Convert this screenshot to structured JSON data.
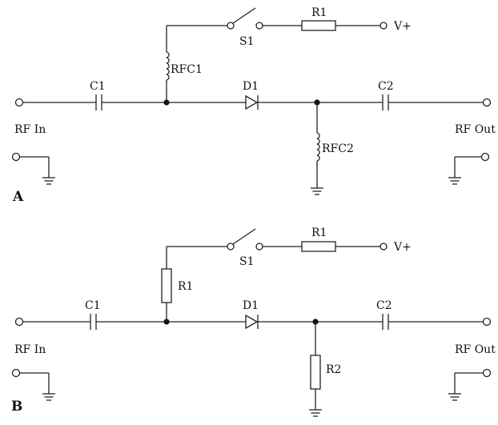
{
  "circuit_a": {
    "panel_label": "A",
    "rf_in": "RF In",
    "rf_out": "RF Out",
    "c1": "C1",
    "c2": "C2",
    "d1": "D1",
    "s1": "S1",
    "r1": "R1",
    "vplus": "V+",
    "bias_feed": "RFC1",
    "shunt": "RFC2"
  },
  "circuit_b": {
    "panel_label": "B",
    "rf_in": "RF In",
    "rf_out": "RF Out",
    "c1": "C1",
    "c2": "C2",
    "d1": "D1",
    "s1": "S1",
    "r1": "R1",
    "vplus": "V+",
    "bias_feed": "R1",
    "shunt": "R2"
  }
}
